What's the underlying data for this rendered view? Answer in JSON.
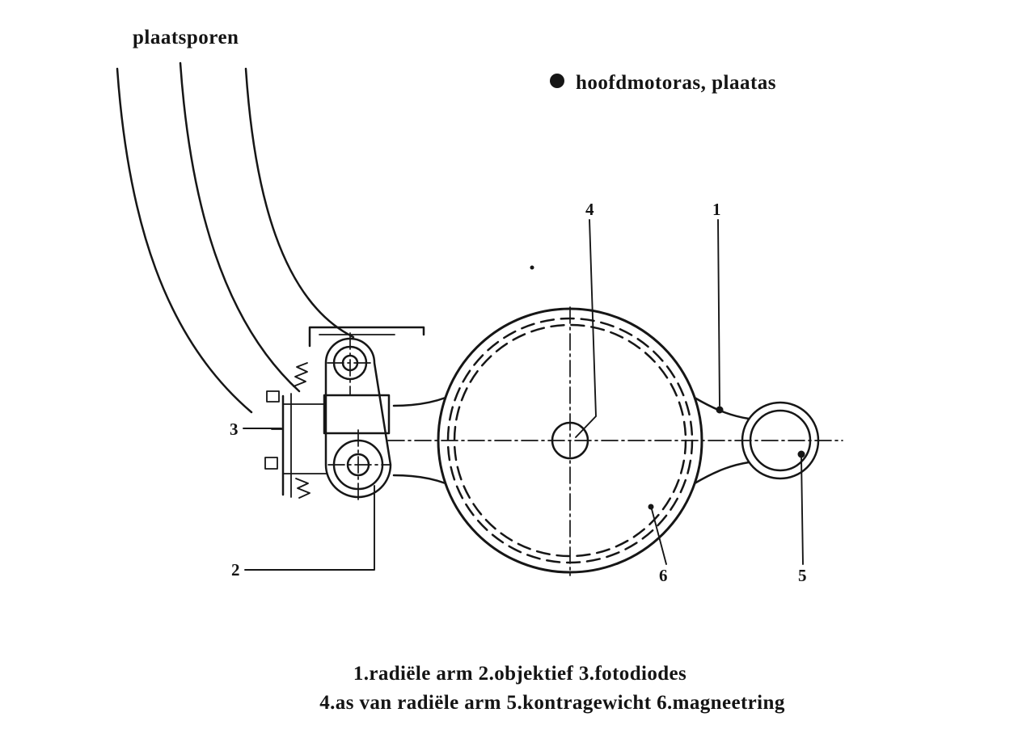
{
  "page": {
    "background": "#ffffff",
    "ink": "#161616",
    "title": "CD-speler radiele arm diagram"
  },
  "labels": {
    "plaatsporen": "plaatsporen",
    "legend": "hoofdmotoras, plaatas",
    "legend_marker": "filled-dot"
  },
  "callouts": {
    "c1": "1",
    "c2": "2",
    "c3": "3",
    "c4": "4",
    "c5": "5",
    "c6": "6"
  },
  "caption": {
    "line1": "1.radiële arm 2.objektief 3.fotodiodes",
    "line2": "4.as van radiële arm 5.kontragewicht 6.magneetring"
  }
}
